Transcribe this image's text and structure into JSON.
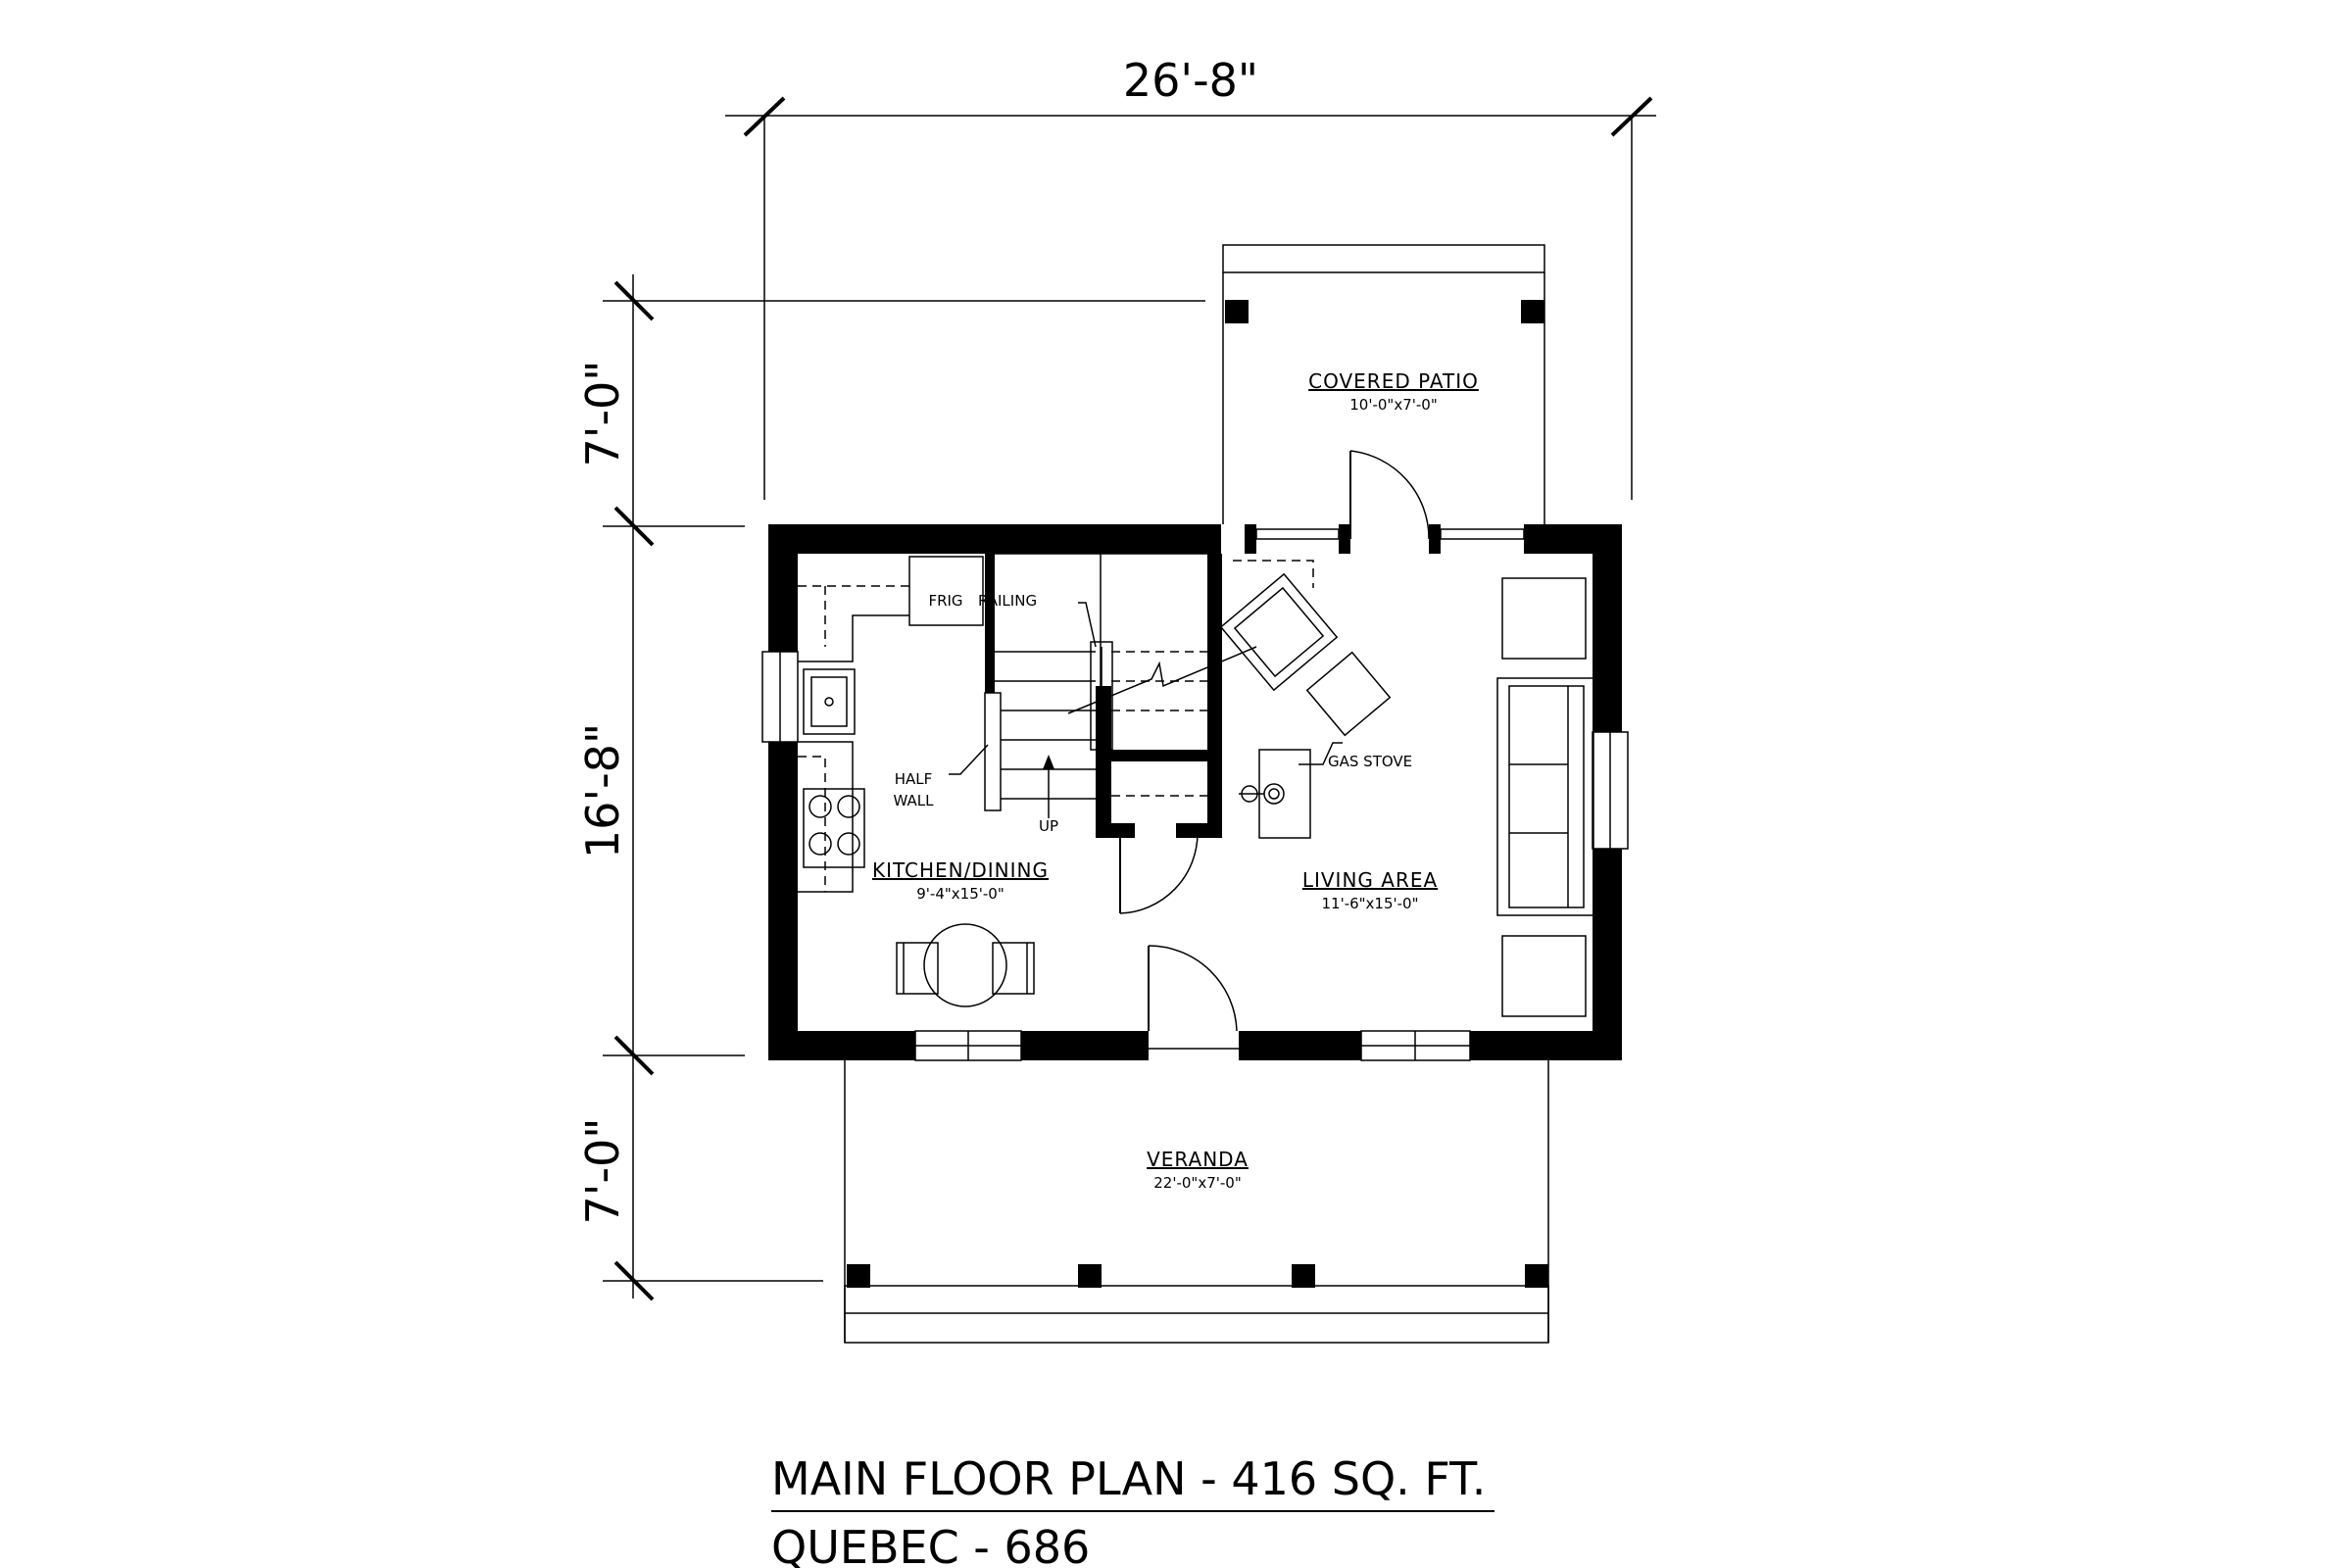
{
  "dimensions": {
    "overall_width": "26'-8\"",
    "patio_depth": "7'-0\"",
    "house_depth": "16'-8\"",
    "veranda_depth": "7'-0\""
  },
  "rooms": {
    "covered_patio": {
      "name": "COVERED PATIO",
      "size": "10'-0\"x7'-0\""
    },
    "kitchen_dining": {
      "name": "KITCHEN/DINING",
      "size": "9'-4\"x15'-0\""
    },
    "living_area": {
      "name": "LIVING AREA",
      "size": "11'-6\"x15'-0\""
    },
    "veranda": {
      "name": "VERANDA",
      "size": "22'-0\"x7'-0\""
    }
  },
  "notes": {
    "frig": "FRIG",
    "railing": "RAILING",
    "half_wall_1": "HALF",
    "half_wall_2": "WALL",
    "up": "UP",
    "gas_stove": "GAS STOVE"
  },
  "title": {
    "line1": "MAIN FLOOR PLAN - 416 SQ. FT.",
    "line2": "QUEBEC - 686"
  }
}
